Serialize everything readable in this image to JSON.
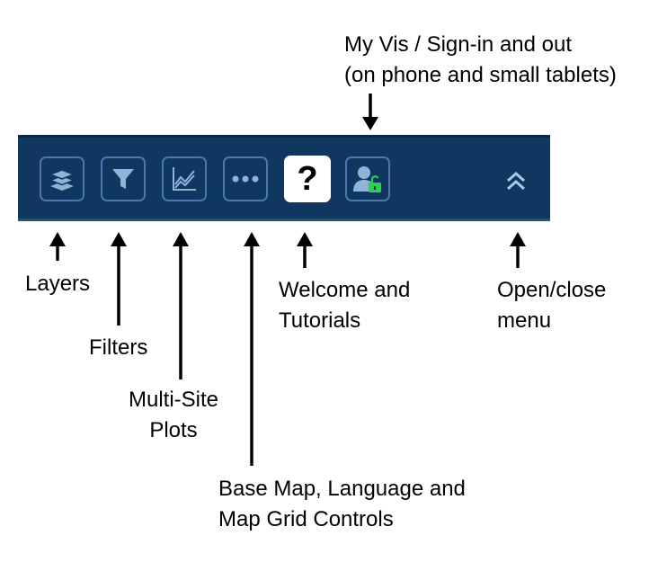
{
  "toolbar": {
    "colors": {
      "background": "#0f3760",
      "button_border": "#4a79ad",
      "icon": "#8fb4da",
      "active_bg": "#ffffff",
      "lock_green": "#2fcf55"
    },
    "buttons": [
      {
        "icon": "layers-icon",
        "active": false
      },
      {
        "icon": "filter-icon",
        "active": false
      },
      {
        "icon": "line-chart-icon",
        "active": false
      },
      {
        "icon": "ellipsis-icon",
        "active": false
      },
      {
        "icon": "question-mark-icon",
        "label": "?",
        "active": true
      },
      {
        "icon": "user-unlock-icon",
        "active": false
      }
    ],
    "collapse_icon": "double-chevron-up-icon"
  },
  "annotations": {
    "my_vis": {
      "line1": "My Vis / Sign-in and out",
      "line2": "(on phone and small tablets)"
    },
    "layers": {
      "line1": "Layers"
    },
    "filters": {
      "line1": "Filters"
    },
    "multi_site": {
      "line1": "Multi-Site",
      "line2": "Plots"
    },
    "base_map": {
      "line1": "Base Map, Language and",
      "line2": "Map Grid Controls"
    },
    "welcome": {
      "line1": "Welcome and",
      "line2": "Tutorials"
    },
    "open_close": {
      "line1": "Open/close",
      "line2": "menu"
    }
  }
}
